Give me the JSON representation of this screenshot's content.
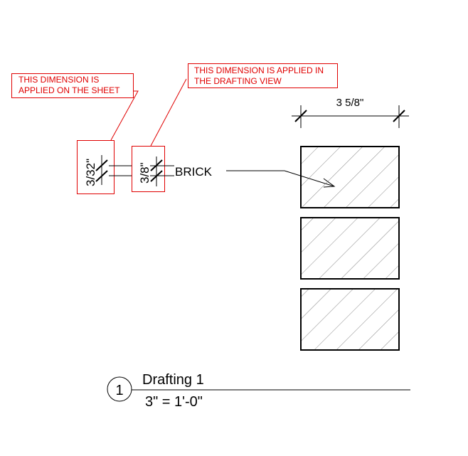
{
  "notes": {
    "sheet_note": [
      "THIS DIMENSION IS",
      "APPLIED ON THE SHEET"
    ],
    "view_note": [
      "THIS DIMENSION IS APPLIED IN",
      "THE DRAFTING VIEW"
    ]
  },
  "dimensions": {
    "sheet_dim": "3/32\"",
    "view_dim": "3/8\"",
    "brick_width": "3 5/8\""
  },
  "material_tag": "BRICK",
  "view_title": {
    "number": "1",
    "name": "Drafting 1",
    "scale": "3\" = 1'-0\""
  },
  "colors": {
    "annotation": "#e00000",
    "linework": "#000000"
  }
}
